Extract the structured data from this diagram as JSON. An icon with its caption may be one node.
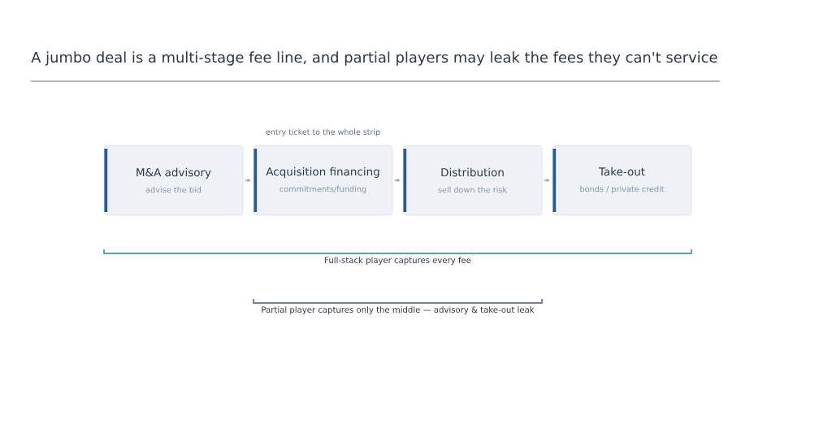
{
  "diagram": {
    "title": "A jumbo deal is a multi-stage fee line, and partial players may leak the fees they can't service",
    "nodes": [
      {
        "text": [
          "M&A advisory",
          "advise the bid"
        ]
      },
      {
        "text": [
          "Acquisition financing",
          "commitments/funding"
        ],
        "beside": [
          "entry ticket to the whole strip"
        ]
      },
      {
        "text": [
          "Distribution",
          "sell down the risk"
        ]
      },
      {
        "text": [
          "Take-out",
          "bonds / private credit"
        ]
      }
    ],
    "edges": [
      {
        "from": 0,
        "to": 1,
        "arrow": "to"
      },
      {
        "from": 1,
        "to": 2,
        "arrow": "to"
      },
      {
        "from": 2,
        "to": 3,
        "arrow": "to"
      }
    ],
    "labels": [
      "Full-stack player captures every fee",
      "Partial player captures only the middle — advisory & take-out leak"
    ]
  }
}
